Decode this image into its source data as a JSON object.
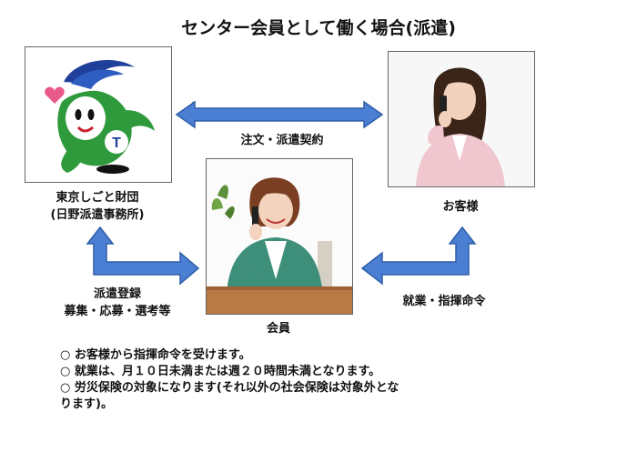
{
  "title": "センター会員として働く場合(派遣)",
  "nodes": {
    "foundation": {
      "line1": "東京しごと財団",
      "line2": "(日野派遣事務所)",
      "logo_icon": "mascot-logo-icon"
    },
    "customer": {
      "label": "お客様",
      "photo_icon": "woman-on-phone-photo"
    },
    "member": {
      "label": "会員",
      "photo_icon": "senior-woman-on-phone-photo"
    }
  },
  "arrows": {
    "top": {
      "label": "注文・派遣契約",
      "direction": "bidirectional"
    },
    "left": {
      "line1": "派遣登録",
      "line2": "募集・応募・選考等",
      "direction": "bidirectional"
    },
    "right": {
      "label": "就業・指揮命令",
      "direction": "bidirectional"
    }
  },
  "notes": [
    "○ お客様から指揮命令を受けます。",
    "○ 就業は、月１０日未満または週２０時間未満となります。",
    "○ 労災保険の対象になります(それ以外の社会保険は対象外とな"
  ],
  "notes_continuation": "ります)。",
  "colors": {
    "arrow_fill": "#4a7fd4",
    "arrow_stroke": "#2f5fa8",
    "border": "#666666"
  }
}
